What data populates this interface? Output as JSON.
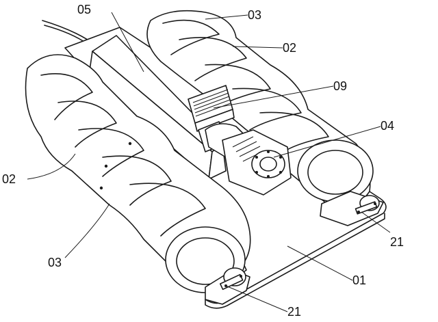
{
  "figure": {
    "callouts": [
      {
        "id": "c05",
        "text": "05"
      },
      {
        "id": "c03top",
        "text": "03"
      },
      {
        "id": "c02right",
        "text": "02"
      },
      {
        "id": "c09",
        "text": "09"
      },
      {
        "id": "c04",
        "text": "04"
      },
      {
        "id": "c02left",
        "text": "02"
      },
      {
        "id": "c21right",
        "text": "21"
      },
      {
        "id": "c03bottom",
        "text": "03"
      },
      {
        "id": "c01",
        "text": "01"
      },
      {
        "id": "c21bottom",
        "text": "21"
      }
    ]
  }
}
